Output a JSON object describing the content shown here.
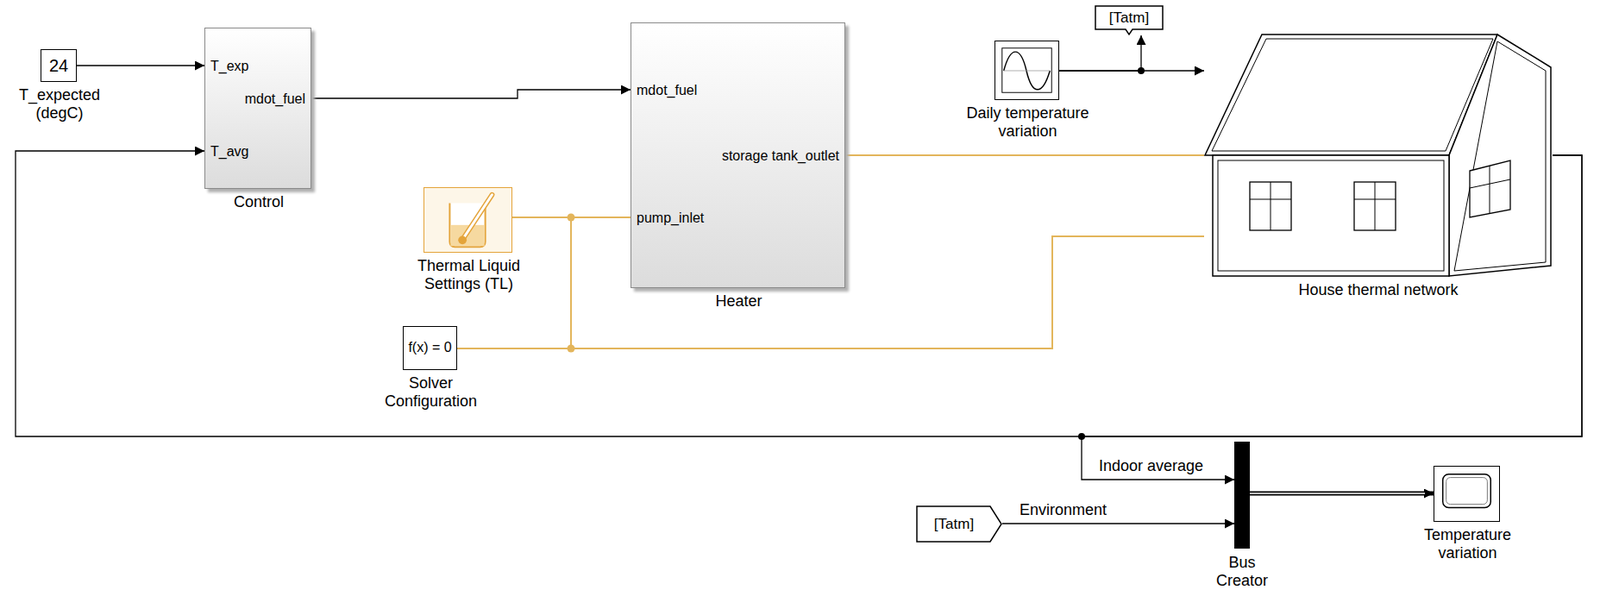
{
  "diagram": {
    "nodes": [
      {
        "text": [
          "24",
          "T_expected (degC)"
        ]
      },
      {
        "text": [
          "T_exp",
          "T_avg",
          "mdot_fuel",
          "Control"
        ]
      },
      {
        "text": [
          "mdot_fuel",
          "storage tank_outlet",
          "pump_inlet",
          "Heater"
        ]
      },
      {
        "text": [
          "Thermal Liquid Settings (TL)"
        ]
      },
      {
        "text": [
          "f(x) = 0",
          "Solver Configuration"
        ]
      },
      {
        "text": [
          "Daily temperature variation"
        ]
      },
      {
        "text": [
          "[Tatm]"
        ]
      },
      {
        "text": [
          "House thermal network"
        ]
      },
      {
        "text": [
          "[Tatm]"
        ]
      },
      {
        "text": [
          "Bus Creator"
        ]
      },
      {
        "text": [
          "Temperature variation"
        ]
      }
    ],
    "edges": [
      {
        "from": 0,
        "to": 1,
        "arrow": "to"
      },
      {
        "from": 1,
        "to": 2,
        "arrow": "to"
      },
      {
        "from": 7,
        "to": 1,
        "arrow": "to"
      },
      {
        "from": 7,
        "to": 9,
        "label": "Indoor average",
        "arrow": "to"
      },
      {
        "from": 8,
        "to": 9,
        "label": "Environment",
        "arrow": "to"
      },
      {
        "from": 9,
        "to": 10,
        "arrow": "to"
      },
      {
        "from": 5,
        "to": 6,
        "arrow": "to"
      },
      {
        "from": 5,
        "to": 7,
        "arrow": "to"
      },
      {
        "from": 2,
        "to": 7,
        "arrow": "none"
      },
      {
        "from": 3,
        "to": 2,
        "arrow": "none"
      },
      {
        "from": 4,
        "to": 2,
        "arrow": "none"
      },
      {
        "from": 3,
        "to": 7,
        "arrow": "none"
      },
      {
        "from": 4,
        "to": 7,
        "arrow": "none"
      }
    ]
  }
}
